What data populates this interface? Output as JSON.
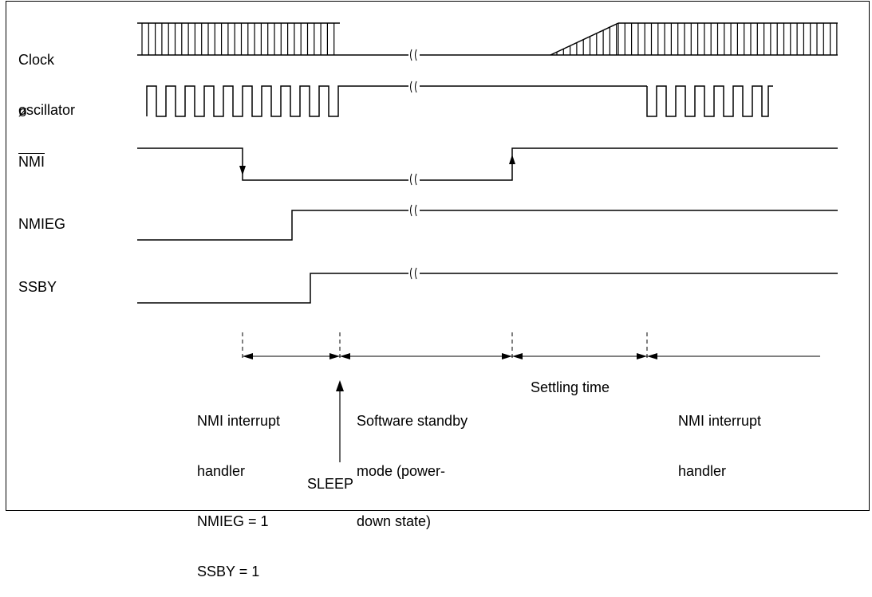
{
  "signals": {
    "clock_line1": "Clock",
    "clock_line2": "oscillator",
    "phi": "ø",
    "nmi": "NMI",
    "nmieg": "NMIEG",
    "ssby": "SSBY"
  },
  "phases": {
    "p1_line1": "NMI interrupt",
    "p1_line2": "handler",
    "p1_line3": "NMIEG = 1",
    "p1_line4": "SSBY = 1",
    "p2_line1": "Software standby",
    "p2_line2": "mode (power-",
    "p2_line3": "down state)",
    "p3": "Settling time",
    "p4_line1": "NMI interrupt",
    "p4_line2": "handler",
    "sleep": "SLEEP"
  }
}
